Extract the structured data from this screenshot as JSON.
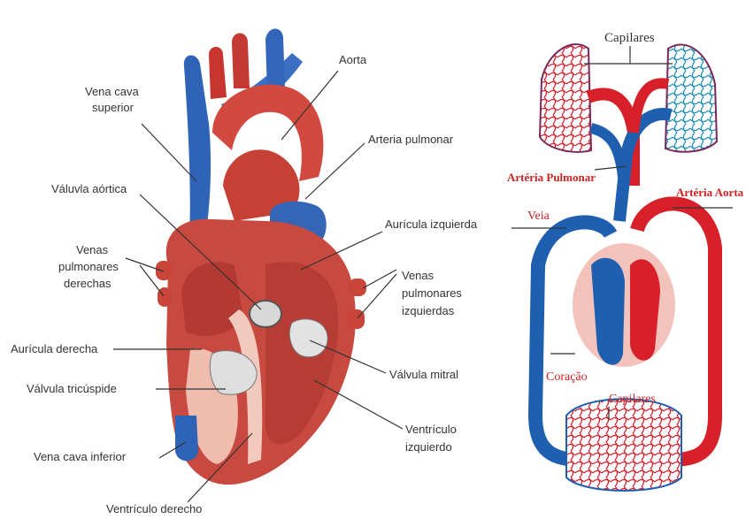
{
  "heart_labels": {
    "aorta": "Aorta",
    "vena_cava_superior_1": "Vena cava",
    "vena_cava_superior_2": "superior",
    "arteria_pulmonar": "Arteria pulmonar",
    "valvula_aortica": "Váluvla aórtica",
    "auricula_izquierda": "Aurícula izquierda",
    "venas_pulm_der_1": "Venas",
    "venas_pulm_der_2": "pulmonares",
    "venas_pulm_der_3": "derechas",
    "venas_pulm_izq_1": "Venas",
    "venas_pulm_izq_2": "pulmonares",
    "venas_pulm_izq_3": "izquierdas",
    "auricula_derecha": "Aurícula derecha",
    "valvula_tricuspide": "Válvula tricúspide",
    "valvula_mitral": "Válvula mitral",
    "ventriculo_izquierdo_1": "Ventrículo",
    "ventriculo_izquierdo_2": "izquierdo",
    "vena_cava_inferior": "Vena cava inferior",
    "ventriculo_derecho": "Ventrículo derecho"
  },
  "circulation_labels": {
    "capilares_top": "Capilares",
    "arteria_pulmonar": "Artéria Pulmonar",
    "arteria_aorta": "Artéria Aorta",
    "veia": "Veia",
    "coracao": "Coração",
    "capilares_bottom": "Capilares"
  },
  "colors": {
    "arterial_red": "#d8202a",
    "venous_blue": "#1f5fb0",
    "heart_muscle": "#c9453a",
    "label_red": "#cc2222"
  }
}
